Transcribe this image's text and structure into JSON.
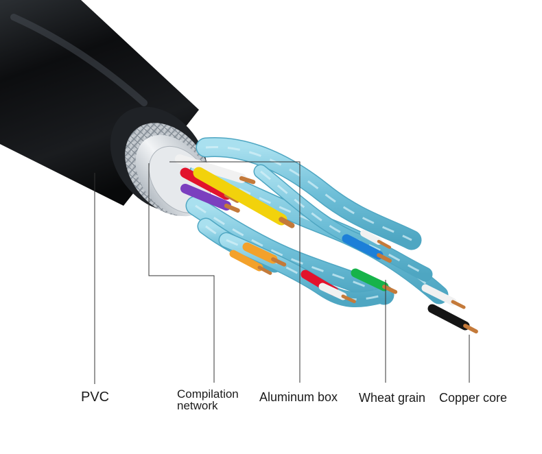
{
  "labels": {
    "pvc": "PVC",
    "compilation_line1": "Compilation",
    "compilation_line2": "network",
    "aluminum": "Aluminum box",
    "wheat": "Wheat grain",
    "copper": "Copper core"
  },
  "colors": {
    "jacket": "#101214",
    "braid": "#c9ced4",
    "foil": "#d8dde2",
    "pair_shield": "#7cc6dc",
    "copper": "#c47a3a",
    "wire_white": "#f1f1f1",
    "wire_red": "#e2132c",
    "wire_yellow": "#f2d20c",
    "wire_purple": "#7b3fbf",
    "wire_orange": "#f3a12b",
    "wire_blue": "#1d7fd8",
    "wire_green": "#17b34a",
    "wire_black": "#151515",
    "leader_line": "#333333",
    "text": "#1a1a1a"
  }
}
